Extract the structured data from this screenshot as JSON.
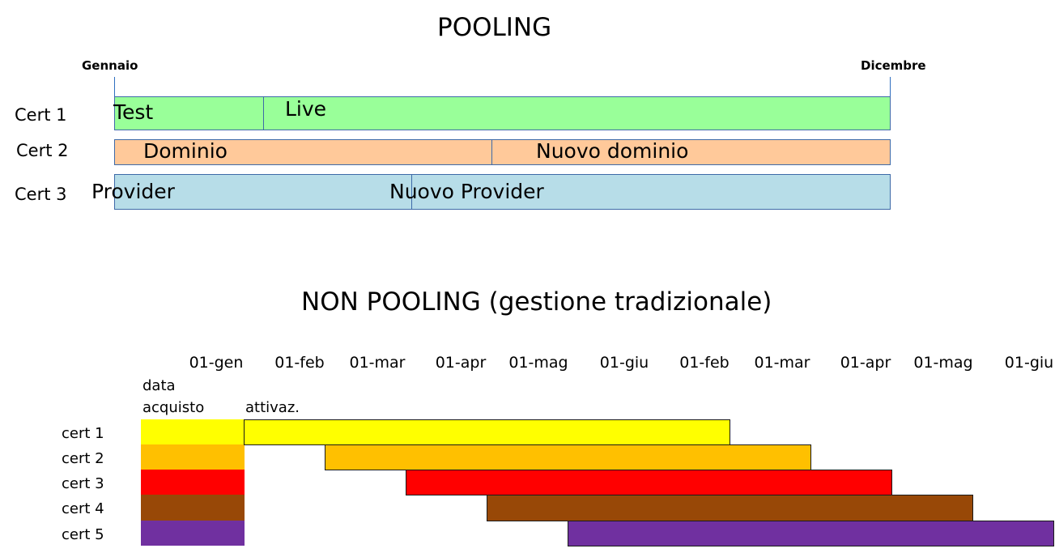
{
  "pooling": {
    "title": "POOLING",
    "start_label": "Gennaio",
    "end_label": "Dicembre",
    "rows": [
      {
        "label": "Cert 1",
        "color": "#99ff99",
        "phases": [
          "Test",
          "Live"
        ]
      },
      {
        "label": "Cert 2",
        "color": "#ffc99a",
        "phases": [
          "Dominio",
          "Nuovo dominio"
        ]
      },
      {
        "label": "Cert 3",
        "color": "#b7dde8",
        "phases": [
          "Provider",
          "Nuovo Provider"
        ]
      }
    ]
  },
  "non_pooling": {
    "title": "NON POOLING (gestione tradizionale)",
    "dates": [
      "01-gen",
      "01-feb",
      "01-mar",
      "01-apr",
      "01-mag",
      "01-giu",
      "01-feb",
      "01-mar",
      "01-apr",
      "01-mag",
      "01-giu"
    ],
    "purchase_label_line1": "data",
    "purchase_label_line2": "acquisto",
    "activation_label": "attivaz.",
    "certs": [
      {
        "label": "cert 1",
        "color": "#ffff00",
        "start_index": 0,
        "end_index": 6
      },
      {
        "label": "cert 2",
        "color": "#ffc000",
        "start_index": 1,
        "end_index": 7
      },
      {
        "label": "cert 3",
        "color": "#ff0000",
        "start_index": 2,
        "end_index": 8
      },
      {
        "label": "cert 4",
        "color": "#984807",
        "start_index": 3,
        "end_index": 9
      },
      {
        "label": "cert 5",
        "color": "#7030a0",
        "start_index": 4,
        "end_index": 10
      }
    ]
  }
}
